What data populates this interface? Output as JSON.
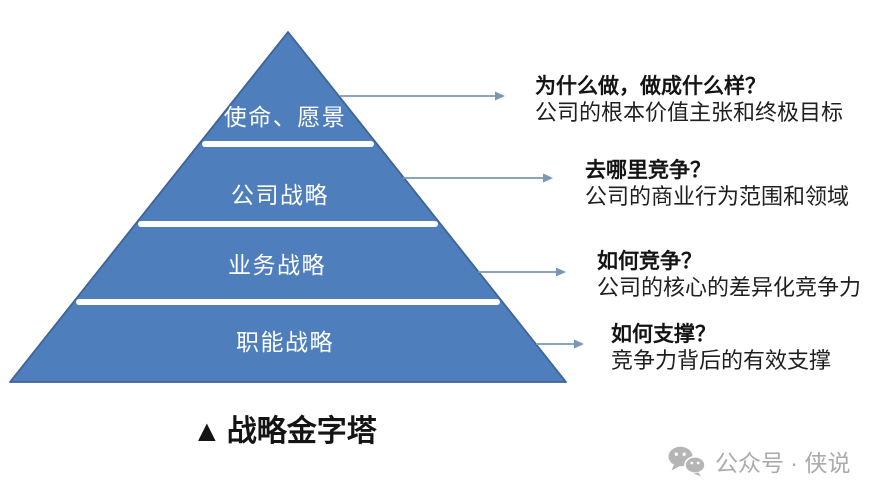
{
  "pyramid": {
    "fill_color": "#4E7FBC",
    "border_color": "#3C639B",
    "levels": [
      {
        "label": "使命、愿景"
      },
      {
        "label": "公司战略"
      },
      {
        "label": "业务战略"
      },
      {
        "label": "职能战略"
      }
    ]
  },
  "annotations": [
    {
      "question": "为什么做，做成什么样？",
      "description": "公司的根本价值主张和终极目标"
    },
    {
      "question": "去哪里竞争？",
      "description": "公司的商业行为范围和领域"
    },
    {
      "question": "如何竞争？",
      "description": "公司的核心的差异化竞争力"
    },
    {
      "question": "如何支撑？",
      "description": "竞争力背后的有效支撑"
    }
  ],
  "caption": {
    "bullet": "▲",
    "title": "战略金字塔"
  },
  "watermark": {
    "label": "公众号 · 侠说"
  },
  "colors": {
    "arrow": "#7A96B5",
    "pyramid_label_text": "#FFFFFF",
    "annotation_text": "#141414",
    "watermark_text": "#ABABAB"
  }
}
